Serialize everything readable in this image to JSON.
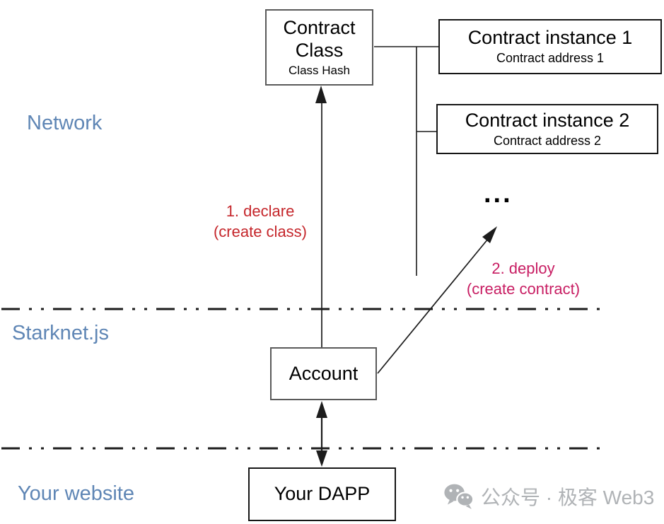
{
  "layers": {
    "network_label": "Network",
    "starknetjs_label": "Starknet.js",
    "website_label": "Your website"
  },
  "boxes": {
    "contract_class": {
      "title_line1": "Contract",
      "title_line2": "Class",
      "subtitle": "Class Hash"
    },
    "instance1": {
      "title": "Contract instance 1",
      "subtitle": "Contract address 1"
    },
    "instance2": {
      "title": "Contract instance 2",
      "subtitle": "Contract address 2"
    },
    "account": {
      "title": "Account"
    },
    "dapp": {
      "title": "Your DAPP"
    }
  },
  "annotations": {
    "declare_step": "1. declare",
    "declare_note": "(create class)",
    "deploy_step": "2. deploy",
    "deploy_note": "(create contract)",
    "ellipsis": "..."
  },
  "watermark": {
    "icon": "wechat-icon",
    "text": "公众号 · 极客 Web3"
  },
  "colors": {
    "layer_label": "#5f86b5",
    "declare_text": "#c5262b",
    "deploy_text": "#c81e63",
    "watermark_text": "#b0b3b6",
    "line": "#1c1c1c"
  }
}
